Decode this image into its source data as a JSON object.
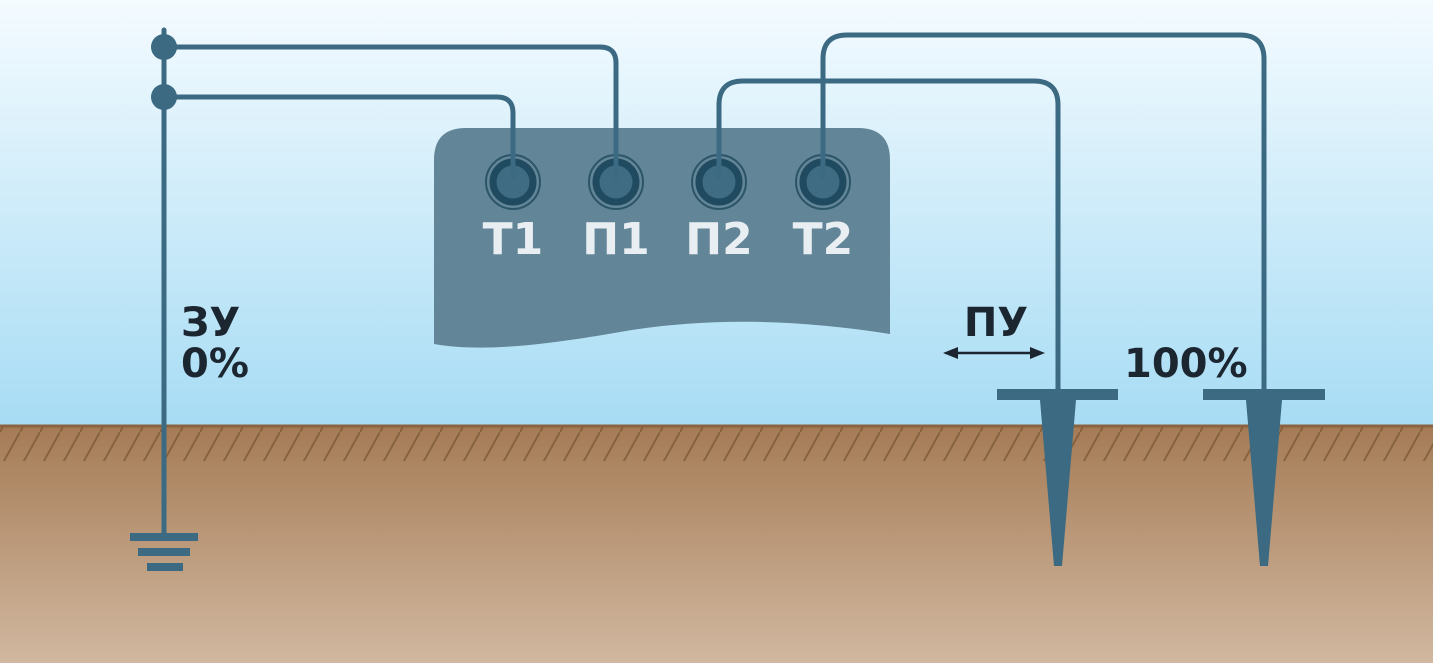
{
  "diagram": {
    "device": {
      "terminals": [
        {
          "id": "t1",
          "label": "Т1"
        },
        {
          "id": "p1",
          "label": "П1"
        },
        {
          "id": "p2",
          "label": "П2"
        },
        {
          "id": "t2",
          "label": "Т2"
        }
      ]
    },
    "labels": {
      "grounding_device": "ЗУ",
      "grounding_percent": "0%",
      "potential_electrode": "ПУ",
      "current_percent": "100%"
    },
    "colors": {
      "wire": "#3b6a82",
      "device_body": "#628597",
      "terminal_ring": "#1f4a5f",
      "soil_top": "#a57b55",
      "soil_bottom": "#d1b8a0",
      "sky_top": "#f4fbff",
      "sky_bottom": "#a7dcf4",
      "hatch": "#7d5a3a",
      "text_dark": "#1b2630",
      "text_light": "#e8eef2"
    }
  }
}
